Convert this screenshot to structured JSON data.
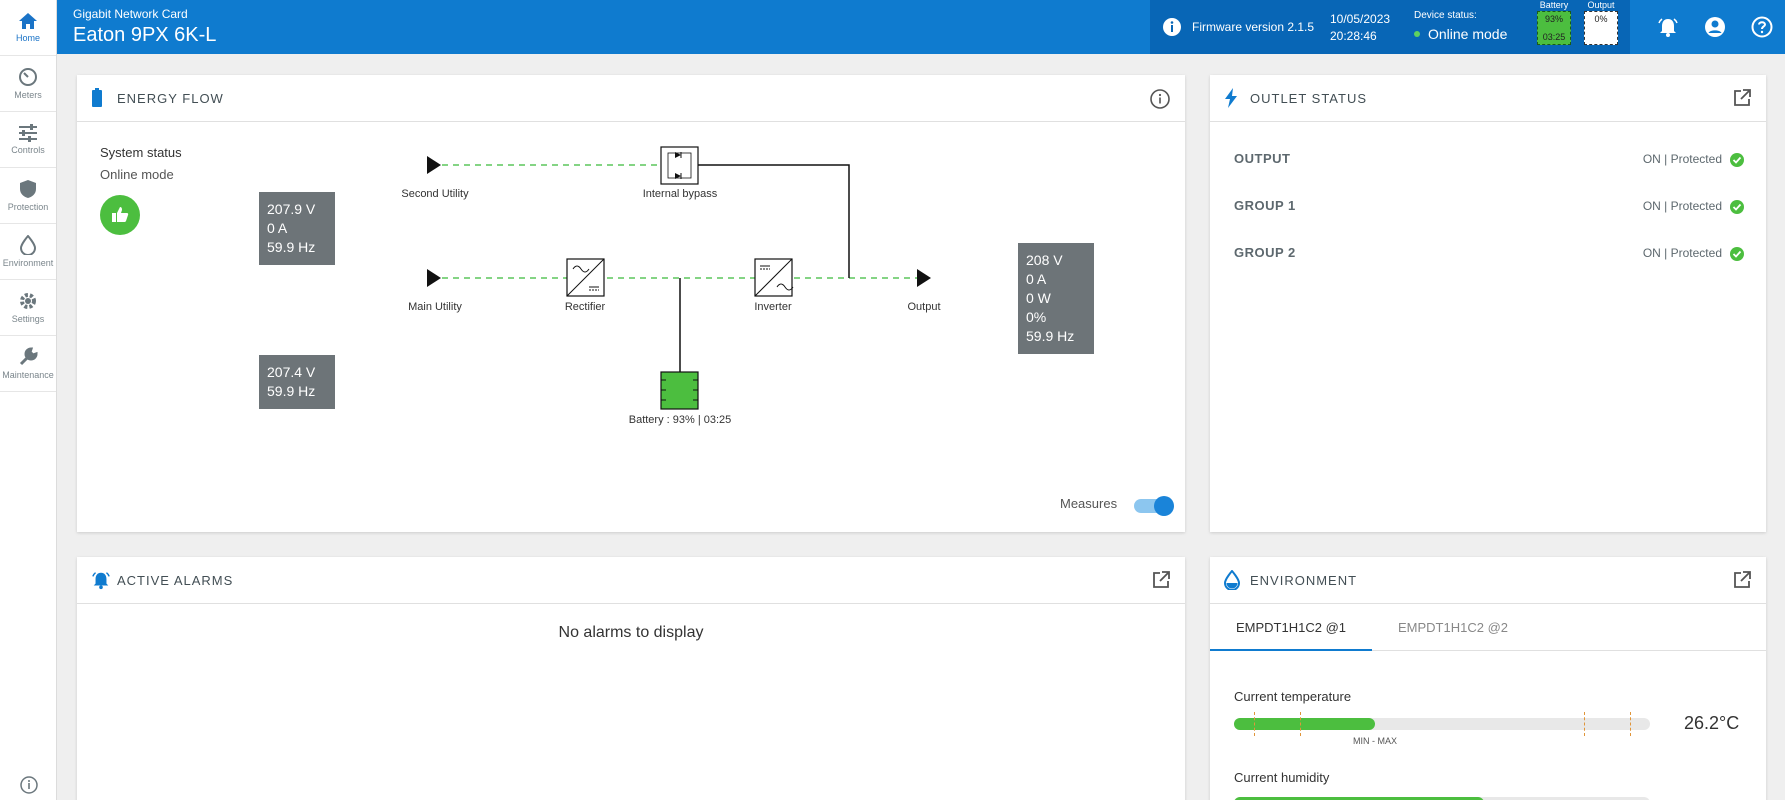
{
  "sidebar": {
    "items": [
      {
        "label": "Home",
        "icon": "home-icon"
      },
      {
        "label": "Meters",
        "icon": "gauge-icon"
      },
      {
        "label": "Controls",
        "icon": "sliders-icon"
      },
      {
        "label": "Protection",
        "icon": "shield-icon"
      },
      {
        "label": "Environment",
        "icon": "droplet-icon"
      },
      {
        "label": "Settings",
        "icon": "gear-icon"
      },
      {
        "label": "Maintenance",
        "icon": "wrench-icon"
      }
    ]
  },
  "header": {
    "subtitle": "Gigabit Network Card",
    "title": "Eaton 9PX 6K-L",
    "firmware_label": "Firmware version  2.1.5",
    "date": "10/05/2023",
    "time": "20:28:46",
    "device_status_label": "Device status:",
    "device_status_value": "Online mode",
    "battery_label": "Battery",
    "battery_pct": "93%",
    "battery_time": "03:25",
    "output_label": "Output",
    "output_pct": "0%"
  },
  "energy_flow": {
    "title": "ENERGY FLOW",
    "system_status_label": "System status",
    "system_status_value": "Online mode",
    "second_utility_box": [
      "207.9 V",
      "0 A",
      "59.9 Hz"
    ],
    "main_utility_box": [
      "207.4 V",
      "59.9 Hz"
    ],
    "output_box": [
      "208 V",
      "0 A",
      "0 W",
      "0%",
      "59.9 Hz"
    ],
    "labels": {
      "second_utility": "Second Utility",
      "internal_bypass": "Internal bypass",
      "main_utility": "Main Utility",
      "rectifier": "Rectifier",
      "inverter": "Inverter",
      "output": "Output",
      "battery": "Battery : 93% | 03:25"
    },
    "measures_label": "Measures",
    "measures_on": true
  },
  "outlet_status": {
    "title": "OUTLET STATUS",
    "rows": [
      {
        "name": "OUTPUT",
        "status": "ON | Protected"
      },
      {
        "name": "GROUP 1",
        "status": "ON | Protected"
      },
      {
        "name": "GROUP 2",
        "status": "ON | Protected"
      }
    ]
  },
  "active_alarms": {
    "title": "ACTIVE ALARMS",
    "empty_text": "No alarms to display"
  },
  "environment": {
    "title": "ENVIRONMENT",
    "tabs": [
      "EMPDT1H1C2 @1",
      "EMPDT1H1C2 @2"
    ],
    "temperature_label": "Current temperature",
    "temperature_value": "26.2°C",
    "temperature_fill_fraction": 0.34,
    "minmax_label": "MIN - MAX",
    "humidity_label": "Current humidity"
  },
  "colors": {
    "primary": "#0f7bcf",
    "status_green": "#4cbe3f",
    "flow_dash": "#5cc55c"
  }
}
